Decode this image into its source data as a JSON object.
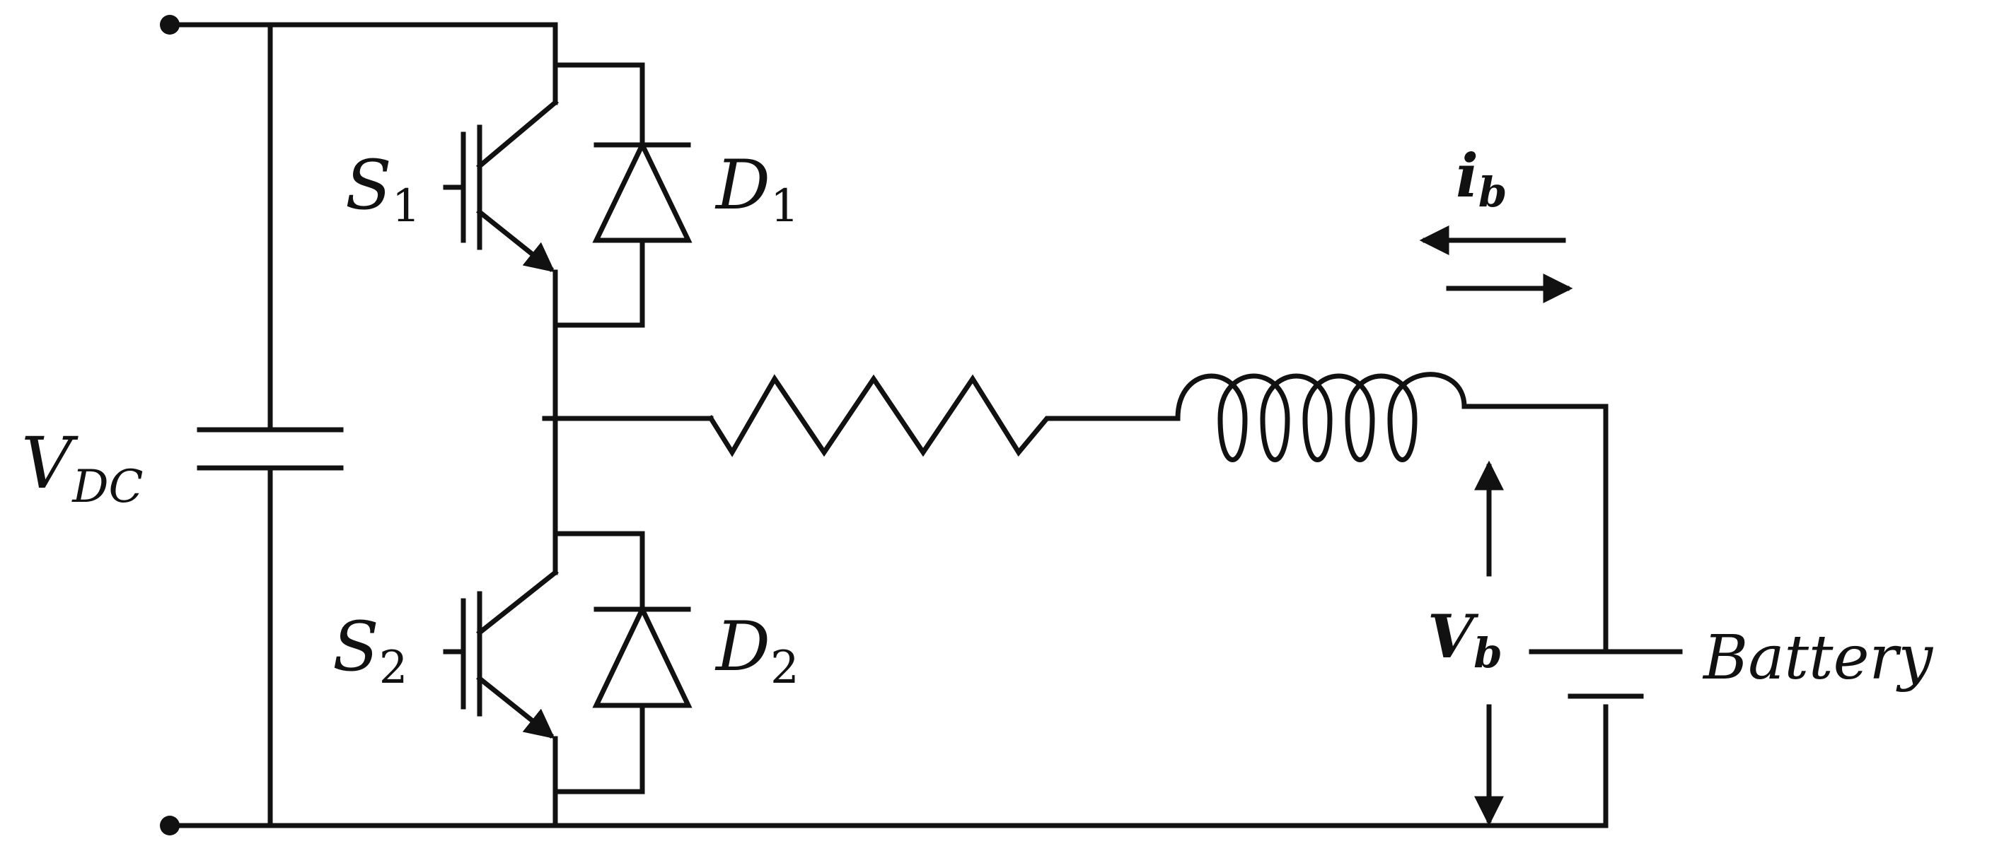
{
  "labels": {
    "vdc": {
      "main": "V",
      "sub": "DC"
    },
    "s1": {
      "main": "S",
      "sub": "1"
    },
    "s2": {
      "main": "S",
      "sub": "2"
    },
    "d1": {
      "main": "D",
      "sub": "1"
    },
    "d2": {
      "main": "D",
      "sub": "2"
    },
    "ib": {
      "main": "i",
      "sub": "b"
    },
    "vb": {
      "main": "V",
      "sub": "b"
    },
    "battery": "Battery"
  },
  "colors": {
    "line": "#111111",
    "background": "#ffffff"
  }
}
